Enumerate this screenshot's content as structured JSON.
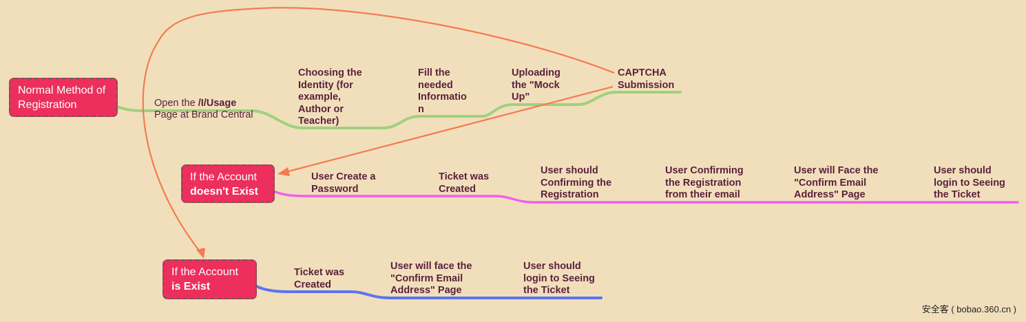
{
  "colors": {
    "background": "#f1dfbc",
    "node_fill": "#ec2f5c",
    "node_border": "#6b5a58",
    "label_text": "#5a1f3a",
    "branch_normal": "#9ed27a",
    "branch_not_exist": "#f45ef0",
    "branch_exist": "#5b73f0",
    "arrow": "#f47b50"
  },
  "nodes": {
    "normal": {
      "line1": "Normal Method of",
      "line2": "Registration"
    },
    "not_exist": {
      "line1": "If the Account",
      "line2": "doesn't Exist"
    },
    "exist": {
      "line1": "If the Account",
      "line2": "is Exist"
    }
  },
  "normal_branch": {
    "step1": {
      "pre": "Open the ",
      "bold": "/I/Usage",
      "post": "Page at Brand Central"
    },
    "steps": [
      "Choosing the\nIdentity (for\nexample,\nAuthor or\nTeacher)",
      "Fill the\nneeded\nInformatio\nn",
      "Uploading\nthe \"Mock\nUp\"",
      "CAPTCHA\nSubmission"
    ]
  },
  "not_exist_branch": {
    "steps": [
      "User Create a\nPassword",
      "Ticket was\nCreated",
      "User should\nConfirming the\nRegistration",
      "User Confirming\nthe Registration\nfrom their email",
      "User will Face the\n\"Confirm Email\nAddress\" Page",
      "User should\nlogin to Seeing\nthe Ticket"
    ]
  },
  "exist_branch": {
    "steps": [
      "Ticket was\nCreated",
      "User will face the\n\"Confirm Email\nAddress\" Page",
      "User should\nlogin to Seeing\nthe Ticket"
    ]
  },
  "watermark": "安全客 ( bobao.360.cn )"
}
